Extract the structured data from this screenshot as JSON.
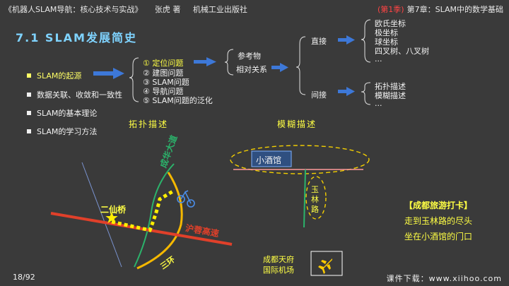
{
  "header": {
    "book_title": "《机器人SLAM导航：核心技术与实战》",
    "author": "张虎 著",
    "publisher": "机械工业出版社",
    "season": "(第1季)",
    "chapter": "第7章：SLAM中的数学基础"
  },
  "slide": {
    "title": "7.1 SLAM发展简史"
  },
  "sidebar": {
    "items": [
      {
        "label": "SLAM的起源"
      },
      {
        "label": "数据关联、收敛和一致性"
      },
      {
        "label": "SLAM的基本理论"
      },
      {
        "label": "SLAM的学习方法"
      }
    ]
  },
  "origin_list": {
    "items": [
      "① 定位问题",
      "② 建图问题",
      "③ SLAM问题",
      "④ 导航问题",
      "⑤ SLAM问题的泛化"
    ]
  },
  "reference": {
    "title": "参考物",
    "relative": "相对关系",
    "direct": "直接",
    "indirect": "间接",
    "direct_items": [
      "欧氏坐标",
      "极坐标",
      "球坐标",
      "四叉树、八叉树",
      "..."
    ],
    "indirect_items": [
      "拓扑描述",
      "模糊描述",
      "..."
    ]
  },
  "descriptions": {
    "topology": "拓扑描述",
    "fuzzy": "模糊描述"
  },
  "topo_map": {
    "er_xian_qiao": "二仙桥",
    "cheng_hua_avenue": "成华大道",
    "hu_rong_expressway": "沪蓉高速",
    "third_ring": "三环"
  },
  "fuzzy_map": {
    "tavern": "小酒馆",
    "yulin_road": "玉林路",
    "airport": "成都天府国际机场",
    "airport_line1": "成都天府",
    "airport_line2": "国际机场"
  },
  "card": {
    "title": "【成都旅游打卡】",
    "line1": "走到玉林路的尽头",
    "line2": "坐在小酒馆的门口"
  },
  "footer": {
    "page": "18/92",
    "download": "课件下载：www.xiihoo.com"
  },
  "colors": {
    "title": "#7fd3ff",
    "highlight": "#ffff44",
    "arrow": "#3d78d8",
    "green_road": "#2bb36b",
    "red_road": "#e0402a",
    "orange_road": "#f5b800",
    "pink_line": "#ff9999"
  }
}
